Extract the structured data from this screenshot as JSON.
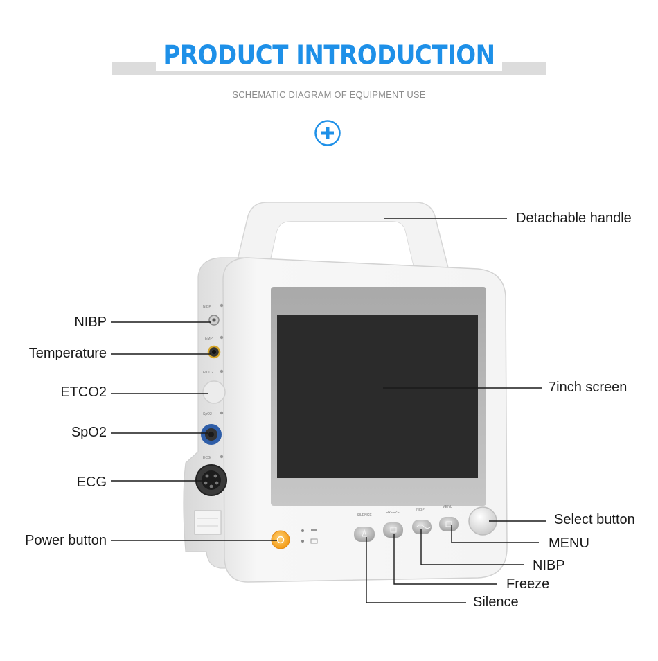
{
  "header": {
    "title": "PRODUCT INTRODUCTION",
    "subtitle": "SCHEMATIC DIAGRAM OF EQUIPMENT USE",
    "icon": "plus-circle-icon",
    "accent_color": "#1e90e8"
  },
  "device": {
    "port_labels": {
      "nibp": "NIBP",
      "temp": "TEMP",
      "etco2": "EtCO2",
      "spo2": "SpO2",
      "ecg": "ECG"
    },
    "button_labels": {
      "silence": "SILENCE",
      "freeze": "FREEZE",
      "nibp": "NIBP",
      "menu": "MENU"
    }
  },
  "callouts": {
    "handle": "Detachable handle",
    "screen": "7inch screen",
    "select": "Select button",
    "menu": "MENU",
    "nibp_button": "NIBP",
    "freeze": "Freeze",
    "silence": "Silence",
    "nibp_port": "NIBP",
    "temperature": "Temperature",
    "etco2": "ETCO2",
    "spo2": "SpO2",
    "ecg": "ECG",
    "power": "Power button"
  }
}
